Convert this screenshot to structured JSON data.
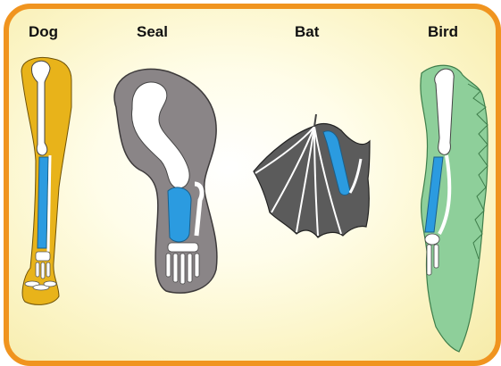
{
  "labels": {
    "dog": "Dog",
    "seal": "Seal",
    "bat": "Bat",
    "bird": "Bird"
  },
  "colors": {
    "frame_border": "#f0941f",
    "dog_body": "#e8b31a",
    "seal_body": "#8a8587",
    "bat_body": "#5b5b5b",
    "bird_body": "#8ecf9a",
    "humerus": "#ffffff",
    "radius_ulna_highlight": "#2b9be0"
  }
}
